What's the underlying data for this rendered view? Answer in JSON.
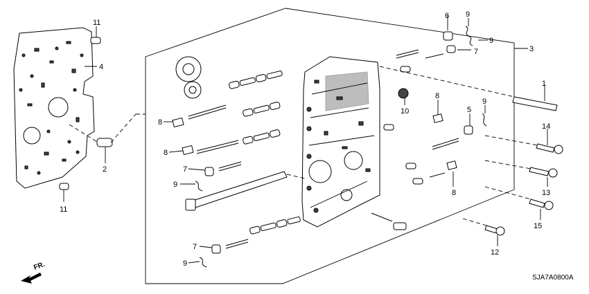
{
  "diagram_code": "SJA7A0800A",
  "direction_label": "FR.",
  "callouts": [
    "11",
    "4",
    "2",
    "11",
    "3",
    "6",
    "9",
    "9",
    "7",
    "1",
    "10",
    "8",
    "5",
    "9",
    "8",
    "8",
    "7",
    "9",
    "14",
    "13",
    "15",
    "12",
    "7",
    "9",
    "8"
  ]
}
